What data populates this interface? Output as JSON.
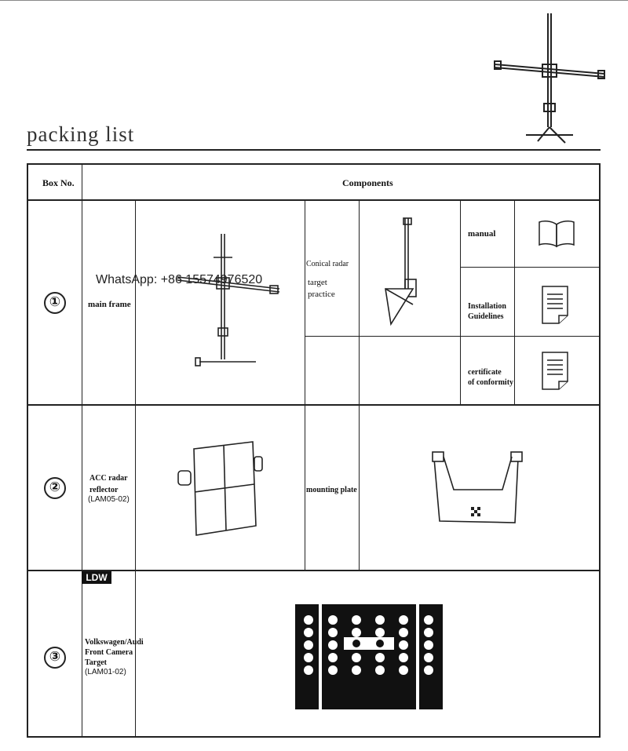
{
  "title": "packing list",
  "table": {
    "header_box": "Box No.",
    "header_components": "Components"
  },
  "box1": {
    "number": "①",
    "main_frame": "main frame",
    "conical_line1": "Conical radar",
    "conical_line2": "target",
    "conical_line3": "practice",
    "manual": "manual",
    "install_line1": "Installation",
    "install_line2": "Guidelines",
    "cert_line1": "certificate",
    "cert_line2": "of conformity"
  },
  "box2": {
    "number": "②",
    "acc_line1": "ACC radar",
    "acc_line2": "reflector",
    "acc_model": "(LAM05-02)",
    "mounting_plate": "mounting plate"
  },
  "box3": {
    "number": "③",
    "badge": "LDW",
    "target_line1": "Volkswagen/Audi",
    "target_line2": "Front Camera",
    "target_line3": "Target",
    "target_model": "(LAM01-02)"
  },
  "watermark": "WhatsApp: +86 15574976520",
  "icons": [
    "frame-stand-icon",
    "book-icon",
    "document-icon",
    "radar-cone-icon",
    "reflector-icon",
    "mounting-plate-icon",
    "camera-target-icon"
  ]
}
